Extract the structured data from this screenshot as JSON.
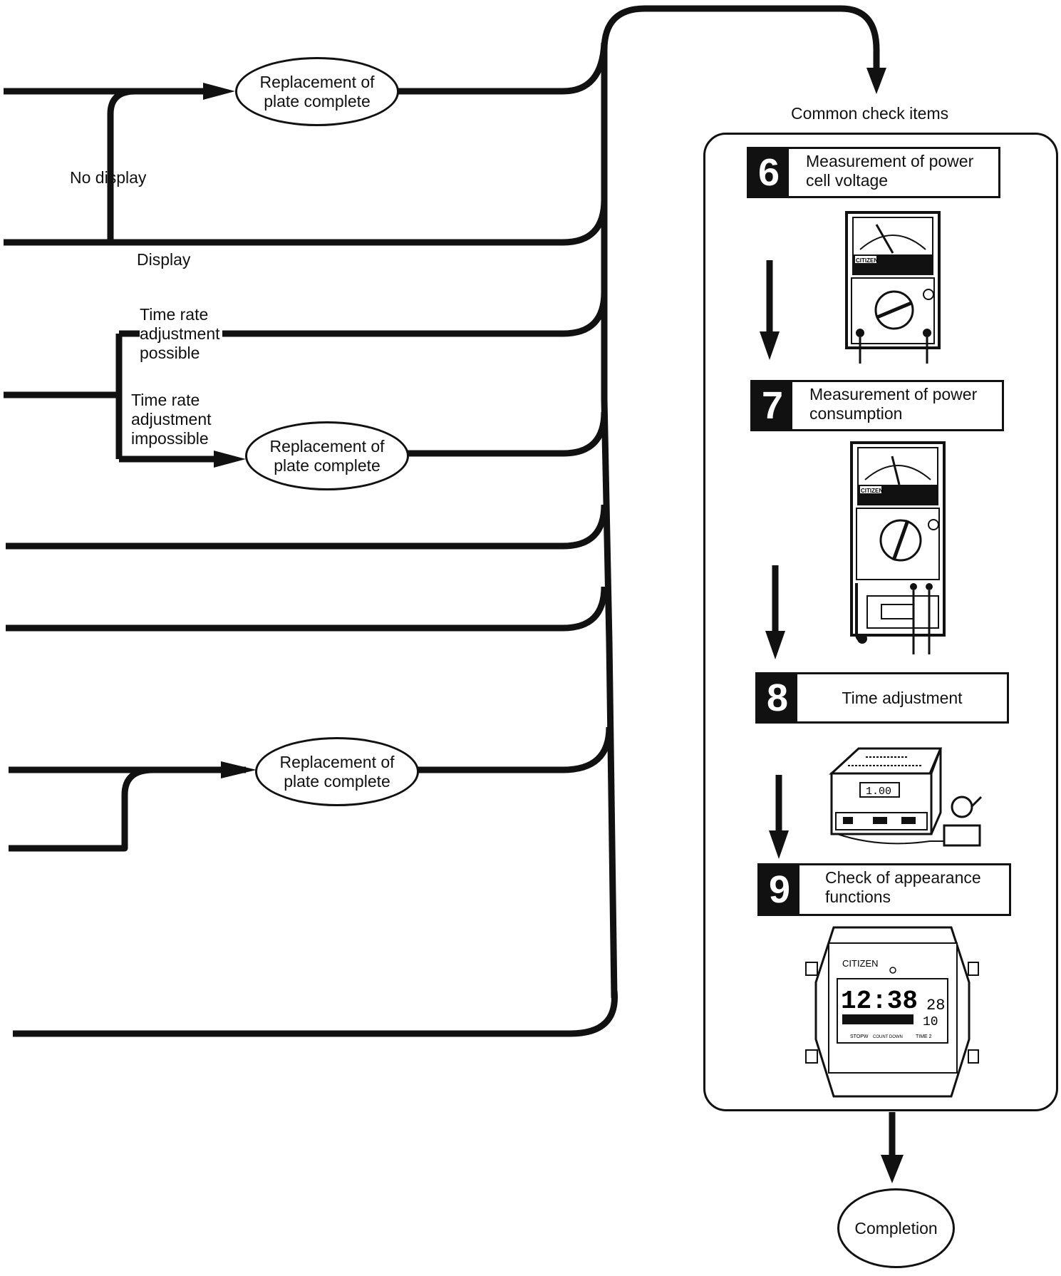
{
  "left_flow": {
    "no_display": "No display",
    "display": "Display",
    "time_rate_possible": "Time rate\nadjustment\npossible",
    "time_rate_impossible": "Time rate\nadjustment\nimpossible",
    "replacement_1": "Replacement of\nplate complete",
    "replacement_2": "Replacement of\nplate complete",
    "replacement_3": "Replacement of\nplate complete"
  },
  "common": {
    "title": "Common check items",
    "steps": [
      {
        "number": "6",
        "label": "Measurement of power\ncell voltage"
      },
      {
        "number": "7",
        "label": "Measurement of power\nconsumption"
      },
      {
        "number": "8",
        "label": "Time adjustment"
      },
      {
        "number": "9",
        "label": "Check of appearance\nfunctions"
      }
    ],
    "meter_brand": "CITIZEN",
    "tester_display": "1.00",
    "watch": {
      "brand": "CITIZEN",
      "time": "12:38",
      "seconds": "28",
      "sub_display": "10",
      "buttons": [
        "STOPW",
        "COUNT DOWN",
        "TIME 2"
      ]
    }
  },
  "completion": "Completion"
}
